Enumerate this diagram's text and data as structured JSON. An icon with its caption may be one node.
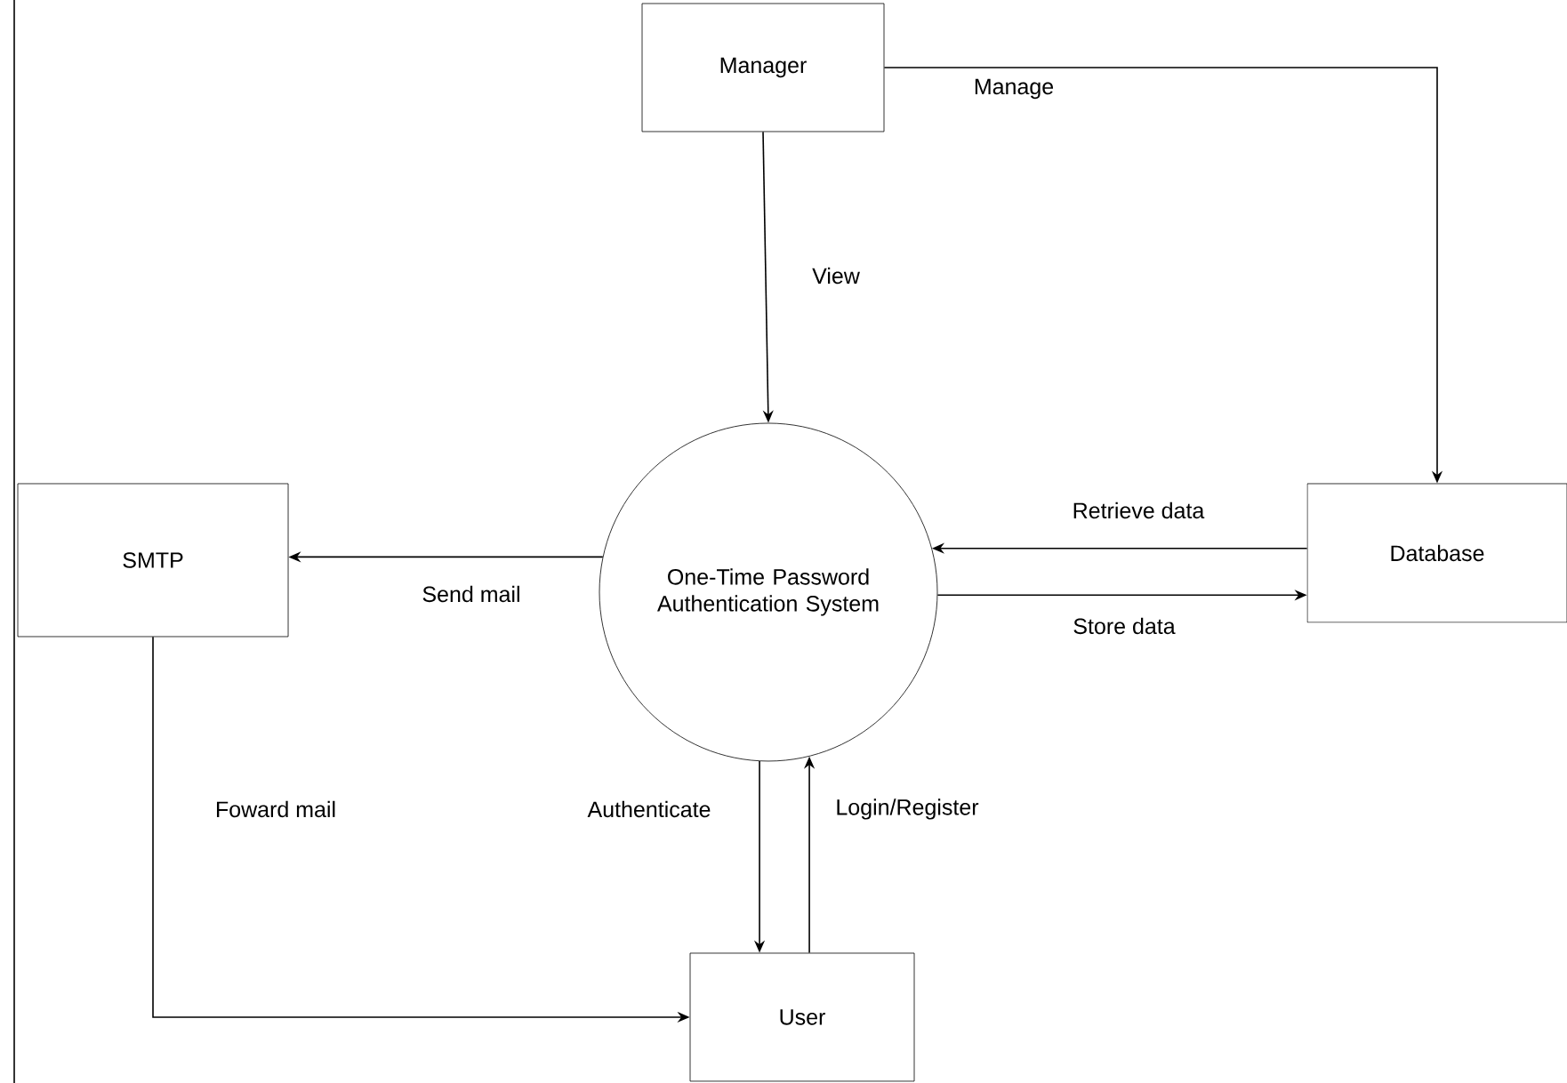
{
  "diagram": {
    "nodes": [
      {
        "text": [
          "Manager"
        ]
      },
      {
        "text": [
          "One-Time Password Authentication System"
        ]
      },
      {
        "text": [
          "SMTP"
        ]
      },
      {
        "text": [
          "Database"
        ]
      },
      {
        "text": [
          "User"
        ]
      }
    ],
    "edges": [
      {
        "from": 0,
        "to": 1,
        "arrow": "to",
        "label": "View"
      },
      {
        "from": 0,
        "to": 3,
        "arrow": "to",
        "label": "Manage"
      },
      {
        "from": 3,
        "to": 1,
        "arrow": "to",
        "label": "Retrieve data"
      },
      {
        "from": 1,
        "to": 3,
        "arrow": "to",
        "label": "Store data"
      },
      {
        "from": 1,
        "to": 2,
        "arrow": "to",
        "label": "Send mail"
      },
      {
        "from": 2,
        "to": 4,
        "arrow": "to",
        "label": "Foward mail"
      },
      {
        "from": 1,
        "to": 4,
        "arrow": "to",
        "label": "Authenticate"
      },
      {
        "from": 4,
        "to": 1,
        "arrow": "to",
        "label": "Login/Register"
      }
    ]
  }
}
